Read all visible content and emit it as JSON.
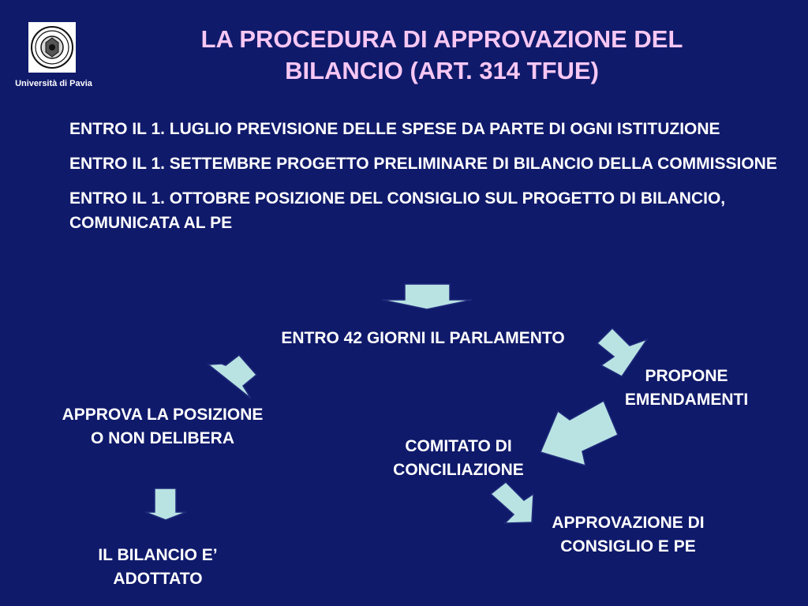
{
  "logo": {
    "icon": "university-seal-icon",
    "caption": "Università di Pavia"
  },
  "title": "LA PROCEDURA DI APPROVAZIONE DEL BILANCIO (ART. 314 TFUE)",
  "bullets": [
    "ENTRO IL 1. LUGLIO PREVISIONE DELLE SPESE DA PARTE DI OGNI ISTITUZIONE",
    "ENTRO IL 1. SETTEMBRE PROGETTO PRELIMINARE DI BILANCIO DELLA COMMISSIONE",
    "ENTRO IL 1. OTTOBRE POSIZIONE DEL CONSIGLIO SUL PROGETTO DI BILANCIO, COMUNICATA AL PE"
  ],
  "flow": {
    "parliament": "ENTRO 42 GIORNI IL PARLAMENTO",
    "approve": "APPROVA LA POSIZIONE O NON DELIBERA",
    "adopted": "IL BILANCIO E’ ADOTTATO",
    "amend": "PROPONE EMENDAMENTI",
    "committee": "COMITATO DI CONCILIAZIONE",
    "final_approval": "APPROVAZIONE DI CONSIGLIO E PE"
  },
  "colors": {
    "background": "#101a6b",
    "title": "#f7c7f3",
    "text": "#ffffff",
    "arrow_fill": "#b9e3e3"
  }
}
